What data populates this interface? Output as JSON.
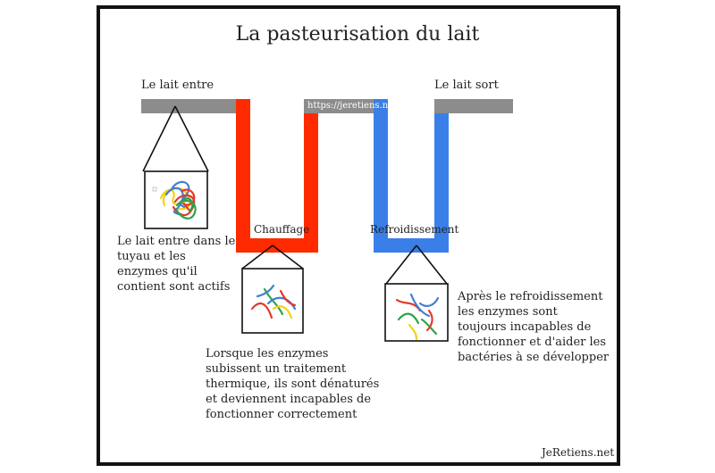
{
  "title": "La pasteurisation du lait",
  "labels": {
    "inlet": "Le lait entre",
    "outlet": "Le lait sort",
    "heating": "Chauffage",
    "cooling": "Refroidissement",
    "watermark": "https://jeretiens.net",
    "credit": "JeRetiens.net"
  },
  "captions": {
    "before": [
      "Le lait entre dans le",
      "tuyau et les",
      "enzymes qu'il",
      "contient sont actifs"
    ],
    "heated": [
      "Lorsque les enzymes",
      "subissent un traitement",
      "thermique, ils sont dénaturés",
      "et deviennent incapables de",
      "fonctionner correctement"
    ],
    "cooled": [
      "Après le refroidissement",
      "les enzymes sont",
      "toujours incapables de",
      "fonctionner et d'aider les",
      "bactéries à se développer"
    ]
  },
  "colors": {
    "pipe_grey": "#8c8c8c",
    "heating_red": "#ff2a00",
    "cooling_blue": "#3a7fe8",
    "enzyme_red": "#e33a2a",
    "enzyme_blue": "#3f7fd6",
    "enzyme_green": "#2ea34a",
    "enzyme_yellow": "#f2d21a"
  }
}
